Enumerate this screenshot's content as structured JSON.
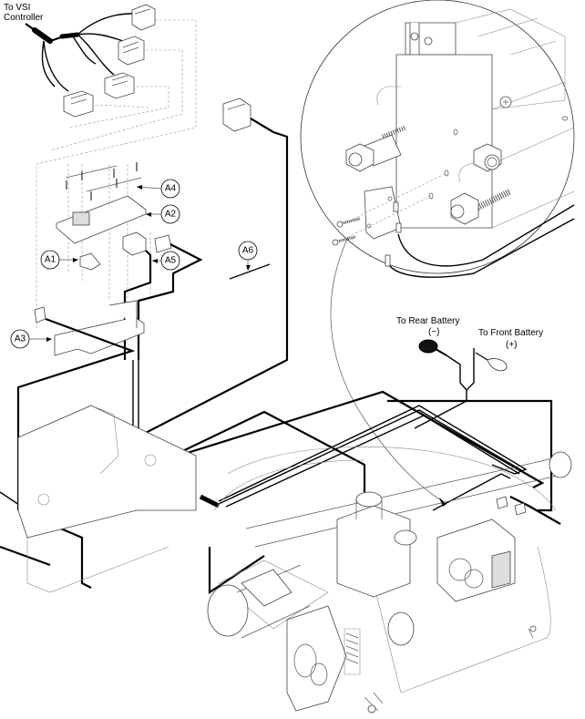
{
  "diagram": {
    "type": "exploded wiring / parts diagram",
    "labels": {
      "vsi": [
        "To VSI",
        "Controller"
      ],
      "rear_battery": "To Rear Battery",
      "rear_polarity": "(−)",
      "front_battery": "To Front Battery",
      "front_polarity": "(+)"
    },
    "callouts": [
      {
        "id": "A1",
        "text": "A1"
      },
      {
        "id": "A2",
        "text": "A2"
      },
      {
        "id": "A3",
        "text": "A3"
      },
      {
        "id": "A4",
        "text": "A4"
      },
      {
        "id": "A5",
        "text": "A5"
      },
      {
        "id": "A6",
        "text": "A6"
      }
    ],
    "detail_view": "magnified switch mounting detail (circle inset)"
  }
}
